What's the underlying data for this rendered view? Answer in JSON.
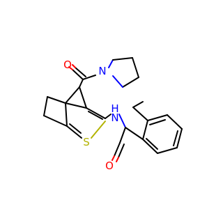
{
  "molecule": {
    "atoms": {
      "oxygen_carbonyl_top": {
        "symbol": "O",
        "color": "#ff0000"
      },
      "nitrogen_pyrrolidine": {
        "symbol": "N",
        "color": "#0000ff"
      },
      "nitrogen_amide": {
        "symbol": "N",
        "color": "#0000ff"
      },
      "hydrogen_amide": {
        "symbol": "H",
        "color": "#0000ff"
      },
      "sulfur_thiophene": {
        "symbol": "S",
        "color": "#b3b300"
      },
      "oxygen_carbonyl_bottom": {
        "symbol": "O",
        "color": "#ff0000"
      }
    },
    "bond_color": "#000000"
  }
}
